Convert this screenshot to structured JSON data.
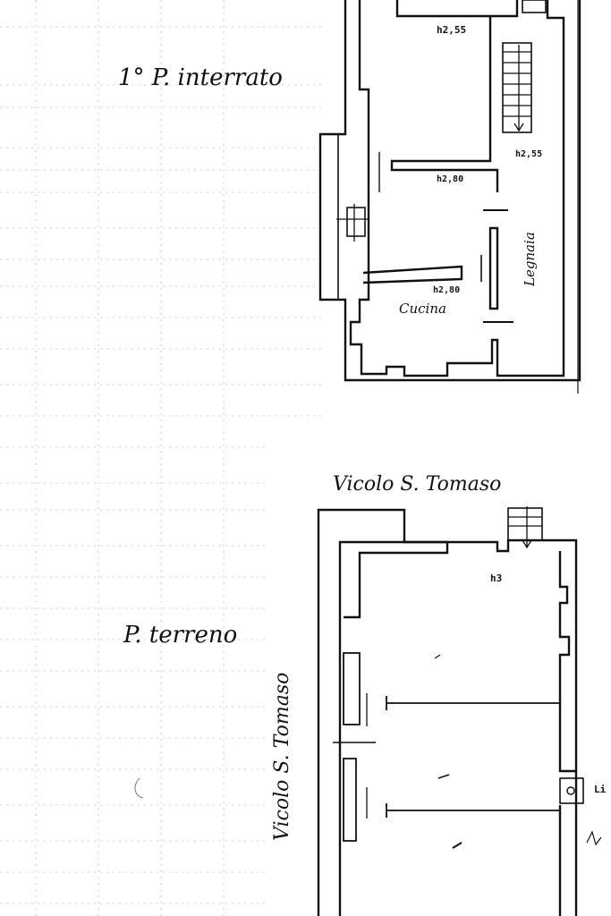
{
  "upper_floor": {
    "title": "1° P. interrato",
    "heights": [
      "h2,55",
      "h2,55",
      "h2,80",
      "h2,80"
    ],
    "rooms": [
      "Cucina",
      "Legnaia"
    ]
  },
  "ground_floor": {
    "title": "P. terreno",
    "height": "h3",
    "street_top": "Vicolo S. Tomaso",
    "street_side": "Vicolo S. Tomaso",
    "edge_label": "Li"
  }
}
